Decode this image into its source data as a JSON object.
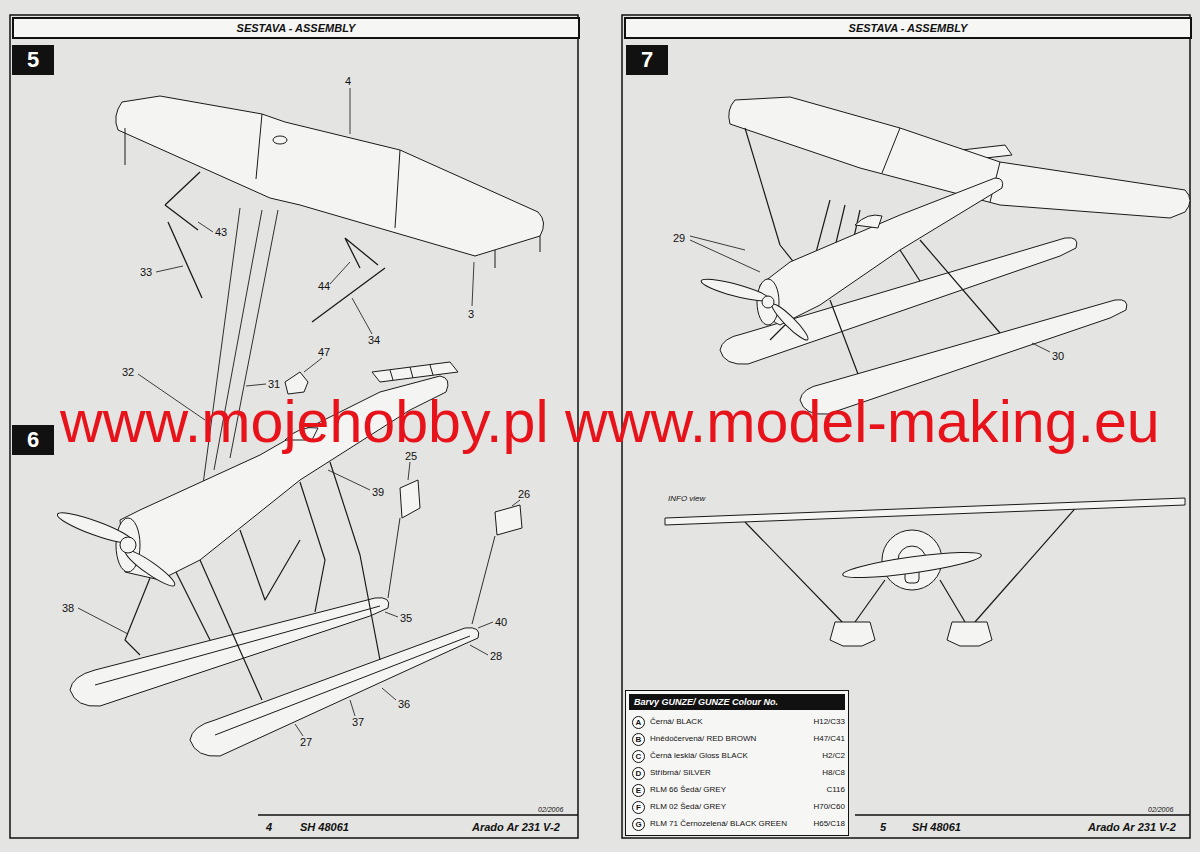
{
  "diagram": {
    "nodes": [
      {
        "text": [
          "SESTAVA - ASSEMBLY"
        ]
      },
      {
        "text": [
          "5"
        ]
      },
      {
        "text": [
          "6"
        ]
      },
      {
        "text": [
          "SESTAVA - ASSEMBLY"
        ]
      },
      {
        "text": [
          "7"
        ]
      },
      {
        "text": [
          "Barvy GUNZE/ GUNZE Colour No."
        ]
      }
    ],
    "labels": [
      "4",
      "43",
      "33",
      "44",
      "34",
      "3",
      "47",
      "32",
      "31",
      "39",
      "25",
      "26",
      "38",
      "40",
      "28",
      "35",
      "36",
      "37",
      "27",
      "02/2006",
      "4",
      "SH 48061",
      "Arado Ar 231 V-2",
      "www.mojehobby.pl www.model-making.eu",
      "29",
      "30",
      "INFO view",
      "A",
      "Černá/ BLACK",
      "H12/C33",
      "B",
      "Hnědočervená/ RED BROWN",
      "H47/C41",
      "C",
      "Černá lesklá/ Gloss BLACK",
      "H2/C2",
      "D",
      "Stříbrná/ SILVER",
      "H8/C8",
      "E",
      "RLM 66 Šedá/ GREY",
      "C116",
      "F",
      "RLM 02 Šedá/ GREY",
      "H70/C60",
      "G",
      "RLM 71 Černozelená/ BLACK GREEN",
      "H65/C18",
      "02/2006",
      "5",
      "SH 48061",
      "Arado Ar 231 V-2"
    ]
  }
}
